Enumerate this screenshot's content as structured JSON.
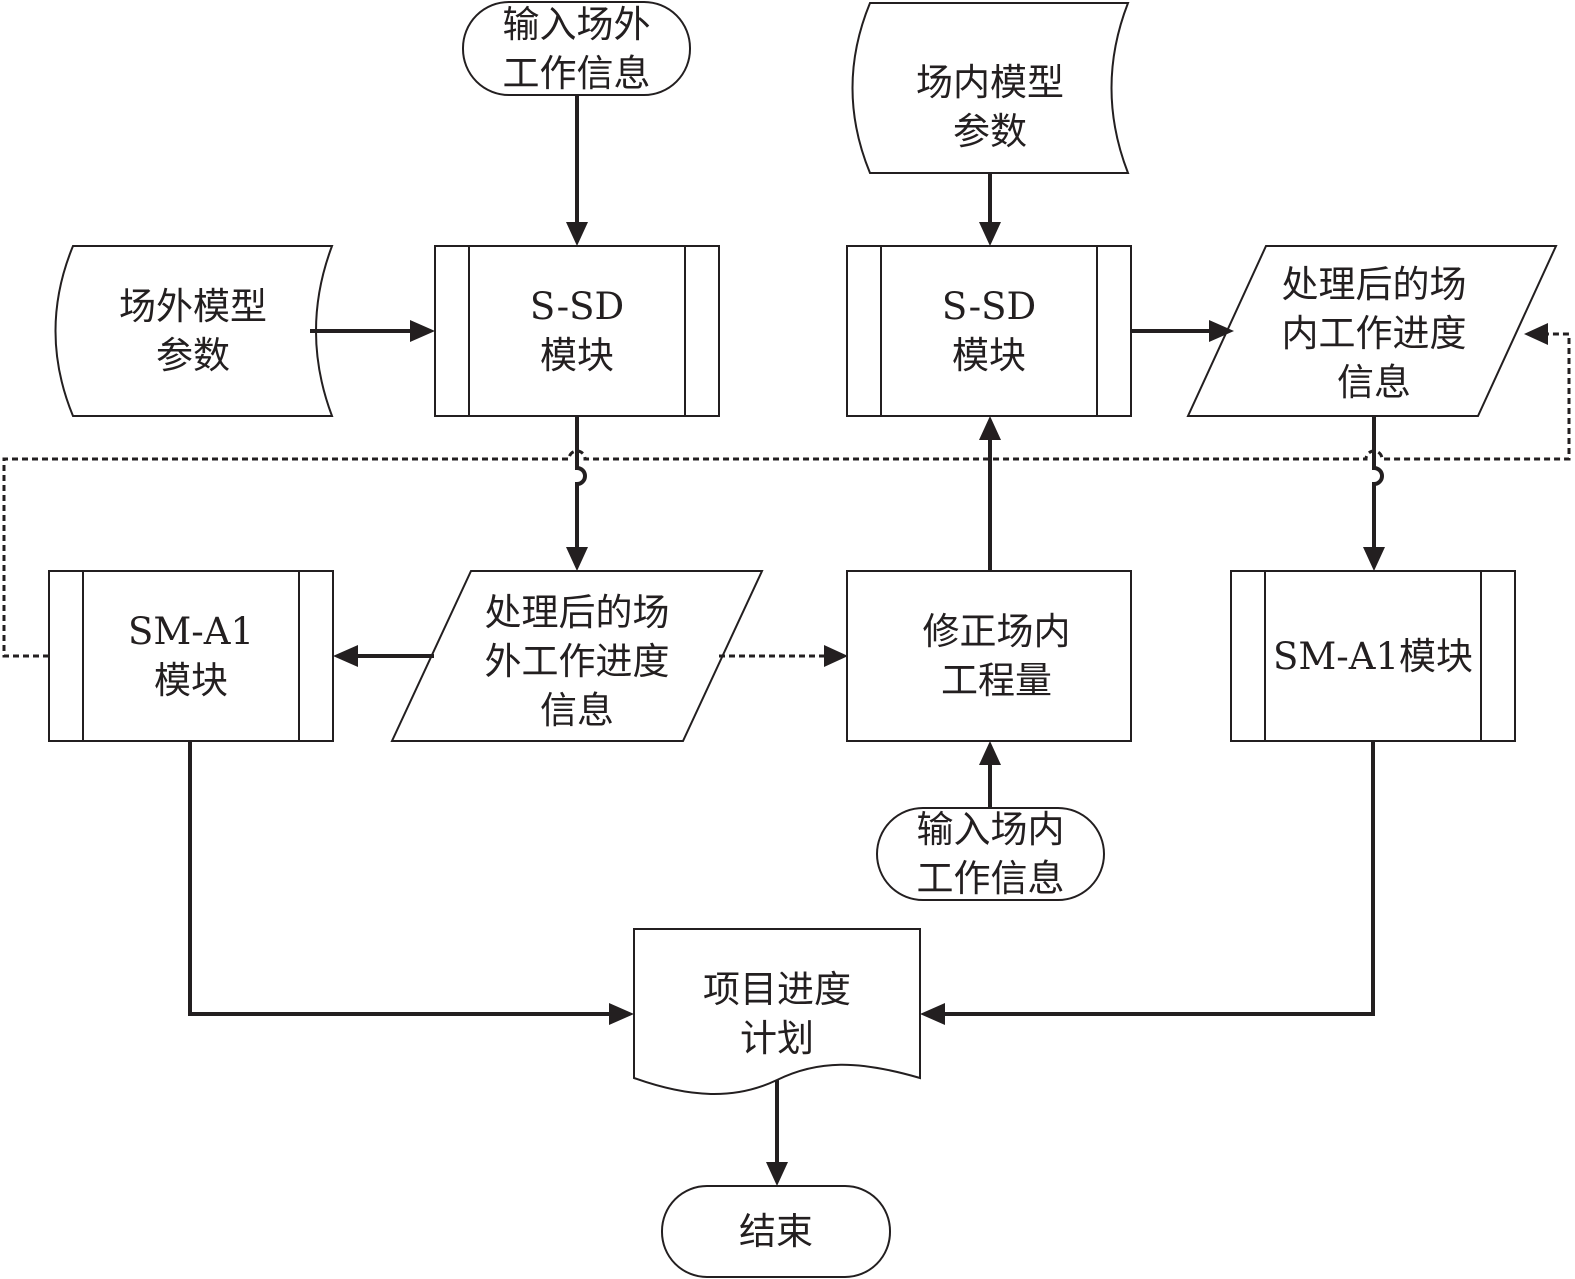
{
  "nodes": {
    "input_offsite": "输入场外\n工作信息",
    "offsite_model_params": "场外模型\n参数",
    "ssd_left": "S-SD\n模块",
    "onsite_model_params": "场内模型\n参数",
    "ssd_right": "S-SD\n模块",
    "processed_onsite": "处理后的场\n内工作进度\n信息",
    "sma1_left": "SM-A1\n模块",
    "processed_offsite": "处理后的场\n外工作进度\n信息",
    "correct_quantity": "修正场内\n工程量",
    "sma1_right": "SM-A1模块",
    "input_onsite": "输入场内\n工作信息",
    "schedule": "项目进度\n计划",
    "end": "结束"
  },
  "colors": {
    "stroke": "#231f20",
    "background": "#ffffff"
  }
}
